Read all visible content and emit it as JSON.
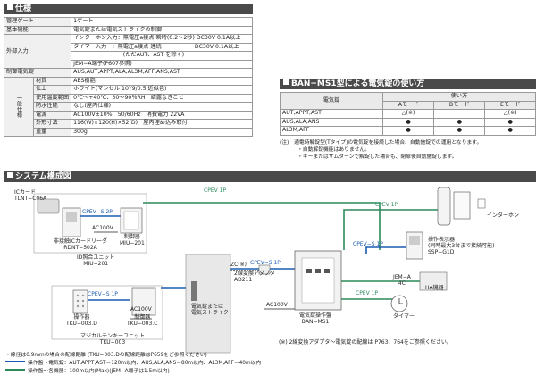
{
  "spec": {
    "title": "仕様",
    "rows": [
      {
        "key": "管理ゲート",
        "value": "1ゲート"
      },
      {
        "key": "基本機能",
        "value": "電気錠または電気ストライクの制御"
      },
      {
        "key": "外部入力",
        "lines": [
          "インターホン入力：無電圧a接点 瞬時(0.2～2秒) DC30V 0.1A以上",
          "タイマー入力　：無電圧a接点 連続　　　　　　DC30V 0.1A以上",
          "　　　　　　　　　(ただAUT、AST を除く)",
          "JEM−A端子(P607参照)"
        ]
      },
      {
        "key": "制御電気錠",
        "value": "AUS,AUT,APPT,ALA,AL3M,AFF,ANS,AST"
      },
      {
        "key": "材質",
        "value": "ABS樹脂"
      },
      {
        "key": "仕上",
        "value": "ホワイト(マンセル 10Y9/0.5 近似色)"
      },
      {
        "key": "使用温度範囲",
        "value": "0℃～+40℃、30～90％RH　結露なきこと"
      },
      {
        "key": "防水性能",
        "value": "なし(屋内仕様)"
      },
      {
        "key": "電源",
        "value": "AC100V±10%　50/60Hz　消費電力 22VA"
      },
      {
        "key": "外形寸法",
        "value": "116(W)×120(H)×52(D)　屋内埋め込み取付"
      },
      {
        "key": "重量",
        "value": "300g"
      }
    ],
    "vertical_label": "一般仕様"
  },
  "ban": {
    "title": "BAN−MS1型による電気錠の使い方",
    "header_lock": "電気錠",
    "header_usage": "使い方",
    "modes": [
      "Aモード",
      "Bモード",
      "Eモード"
    ],
    "rows": [
      {
        "name": "AUT,APPT,AST",
        "marks": [
          "△(※)",
          "",
          "△(※)"
        ]
      },
      {
        "name": "AUS,ALA,ANS",
        "marks": [
          "●",
          "●",
          "●"
        ]
      },
      {
        "name": "AL3M,AFF",
        "marks": [
          "●",
          "●",
          "●"
        ]
      }
    ],
    "notes": [
      "(注)　通電時解錠型(Tタイプ)の電気錠を接続した場合、自動施錠での運用となります。",
      "・自動解錠機能はありません。",
      "・キーまたはサムターンで解錠した場合も、閉扉後自動施錠します。"
    ]
  },
  "system": {
    "title": "システム構成図",
    "labels": {
      "ic_card": "ICカード\nTLNT−C06A",
      "cpev_s2p": "CPEV−S 2P",
      "ac100v_a": "AC100V",
      "card_reader": "非接触ICカードリーダ\nRDNT−502A",
      "controller_a": "制御器\nMIU−201",
      "id_unit": "ID照合ユニット\nMIU−201",
      "cpev1p_top": "CPEV 1P",
      "cpev1p_top2": "CPEV 1P",
      "intercom": "インターホン",
      "display": "操作表示器\n(同時最大3台まで接続可能)\nSSP−G1D",
      "cpev_s1p_a": "CPEV−S 1P",
      "cpev_s1p_b": "CPEV−S 1P",
      "cpev_s1p_c": "CPEV−S 1P",
      "ac100v_b": "AC100V",
      "ac100v_c": "AC100V",
      "operator": "操作器\nTKU−003.D",
      "controller_b": "制御器\nTKU−003.C",
      "tenkey_unit": "マジカルテンキーユニット\nTKU−003",
      "lock": "電気錠または\n電気ストライク",
      "zc": "ZC(※)",
      "adapter": "2線変換アダプタ\nAD211",
      "jema": "JEM−A\n4C",
      "ha": "HA機器",
      "ban_panel": "電気錠操作盤\nBAN−MS1",
      "timer": "タイマー",
      "cpev1p_c": "CPEV 1P",
      "note_adapter": "(※) 2線変換アダプタ〜電気錠の配線は P763、764をご参照ください。"
    },
    "footnotes": [
      "・線径は0.9mmの場合の配線距離 (TKU−003.Dの配線距離はP659をご参照ください)",
      "操作盤〜電気錠：AUT,APPT,AST＝120m以内、AUS,ALA,ANS＝80m以内、AL3M,AFF＝40m以内",
      "操作盤〜各機器：100m以内(Max)(JEM−A端子は1.5m以内)"
    ],
    "colors": {
      "cable": "#2a8a5a",
      "accent": "#1a5bb0",
      "header": "#4a4a4a"
    }
  }
}
